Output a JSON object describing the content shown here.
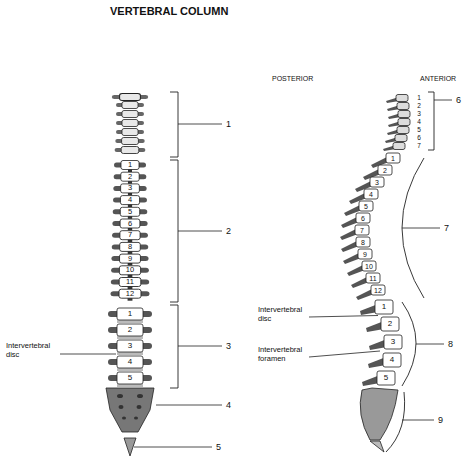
{
  "diagram": {
    "title": "VERTEBRAL COLUMN",
    "labels": [
      "POSTERIOR",
      "ANTERIOR",
      "1",
      "2",
      "3",
      "4",
      "5",
      "6",
      "7",
      "8",
      "9",
      "Intervertebral disc",
      "Intervertebral disc",
      "Intervertebral foramen",
      "1",
      "2",
      "3",
      "4",
      "5",
      "6",
      "7",
      "8",
      "9",
      "10",
      "11",
      "12",
      "1",
      "2",
      "3",
      "4",
      "5",
      "1",
      "2",
      "3",
      "4",
      "5",
      "6",
      "7",
      "1",
      "2",
      "3",
      "4",
      "5",
      "6",
      "7",
      "8",
      "9",
      "10",
      "11",
      "12",
      "1",
      "2",
      "3",
      "4",
      "5"
    ]
  }
}
